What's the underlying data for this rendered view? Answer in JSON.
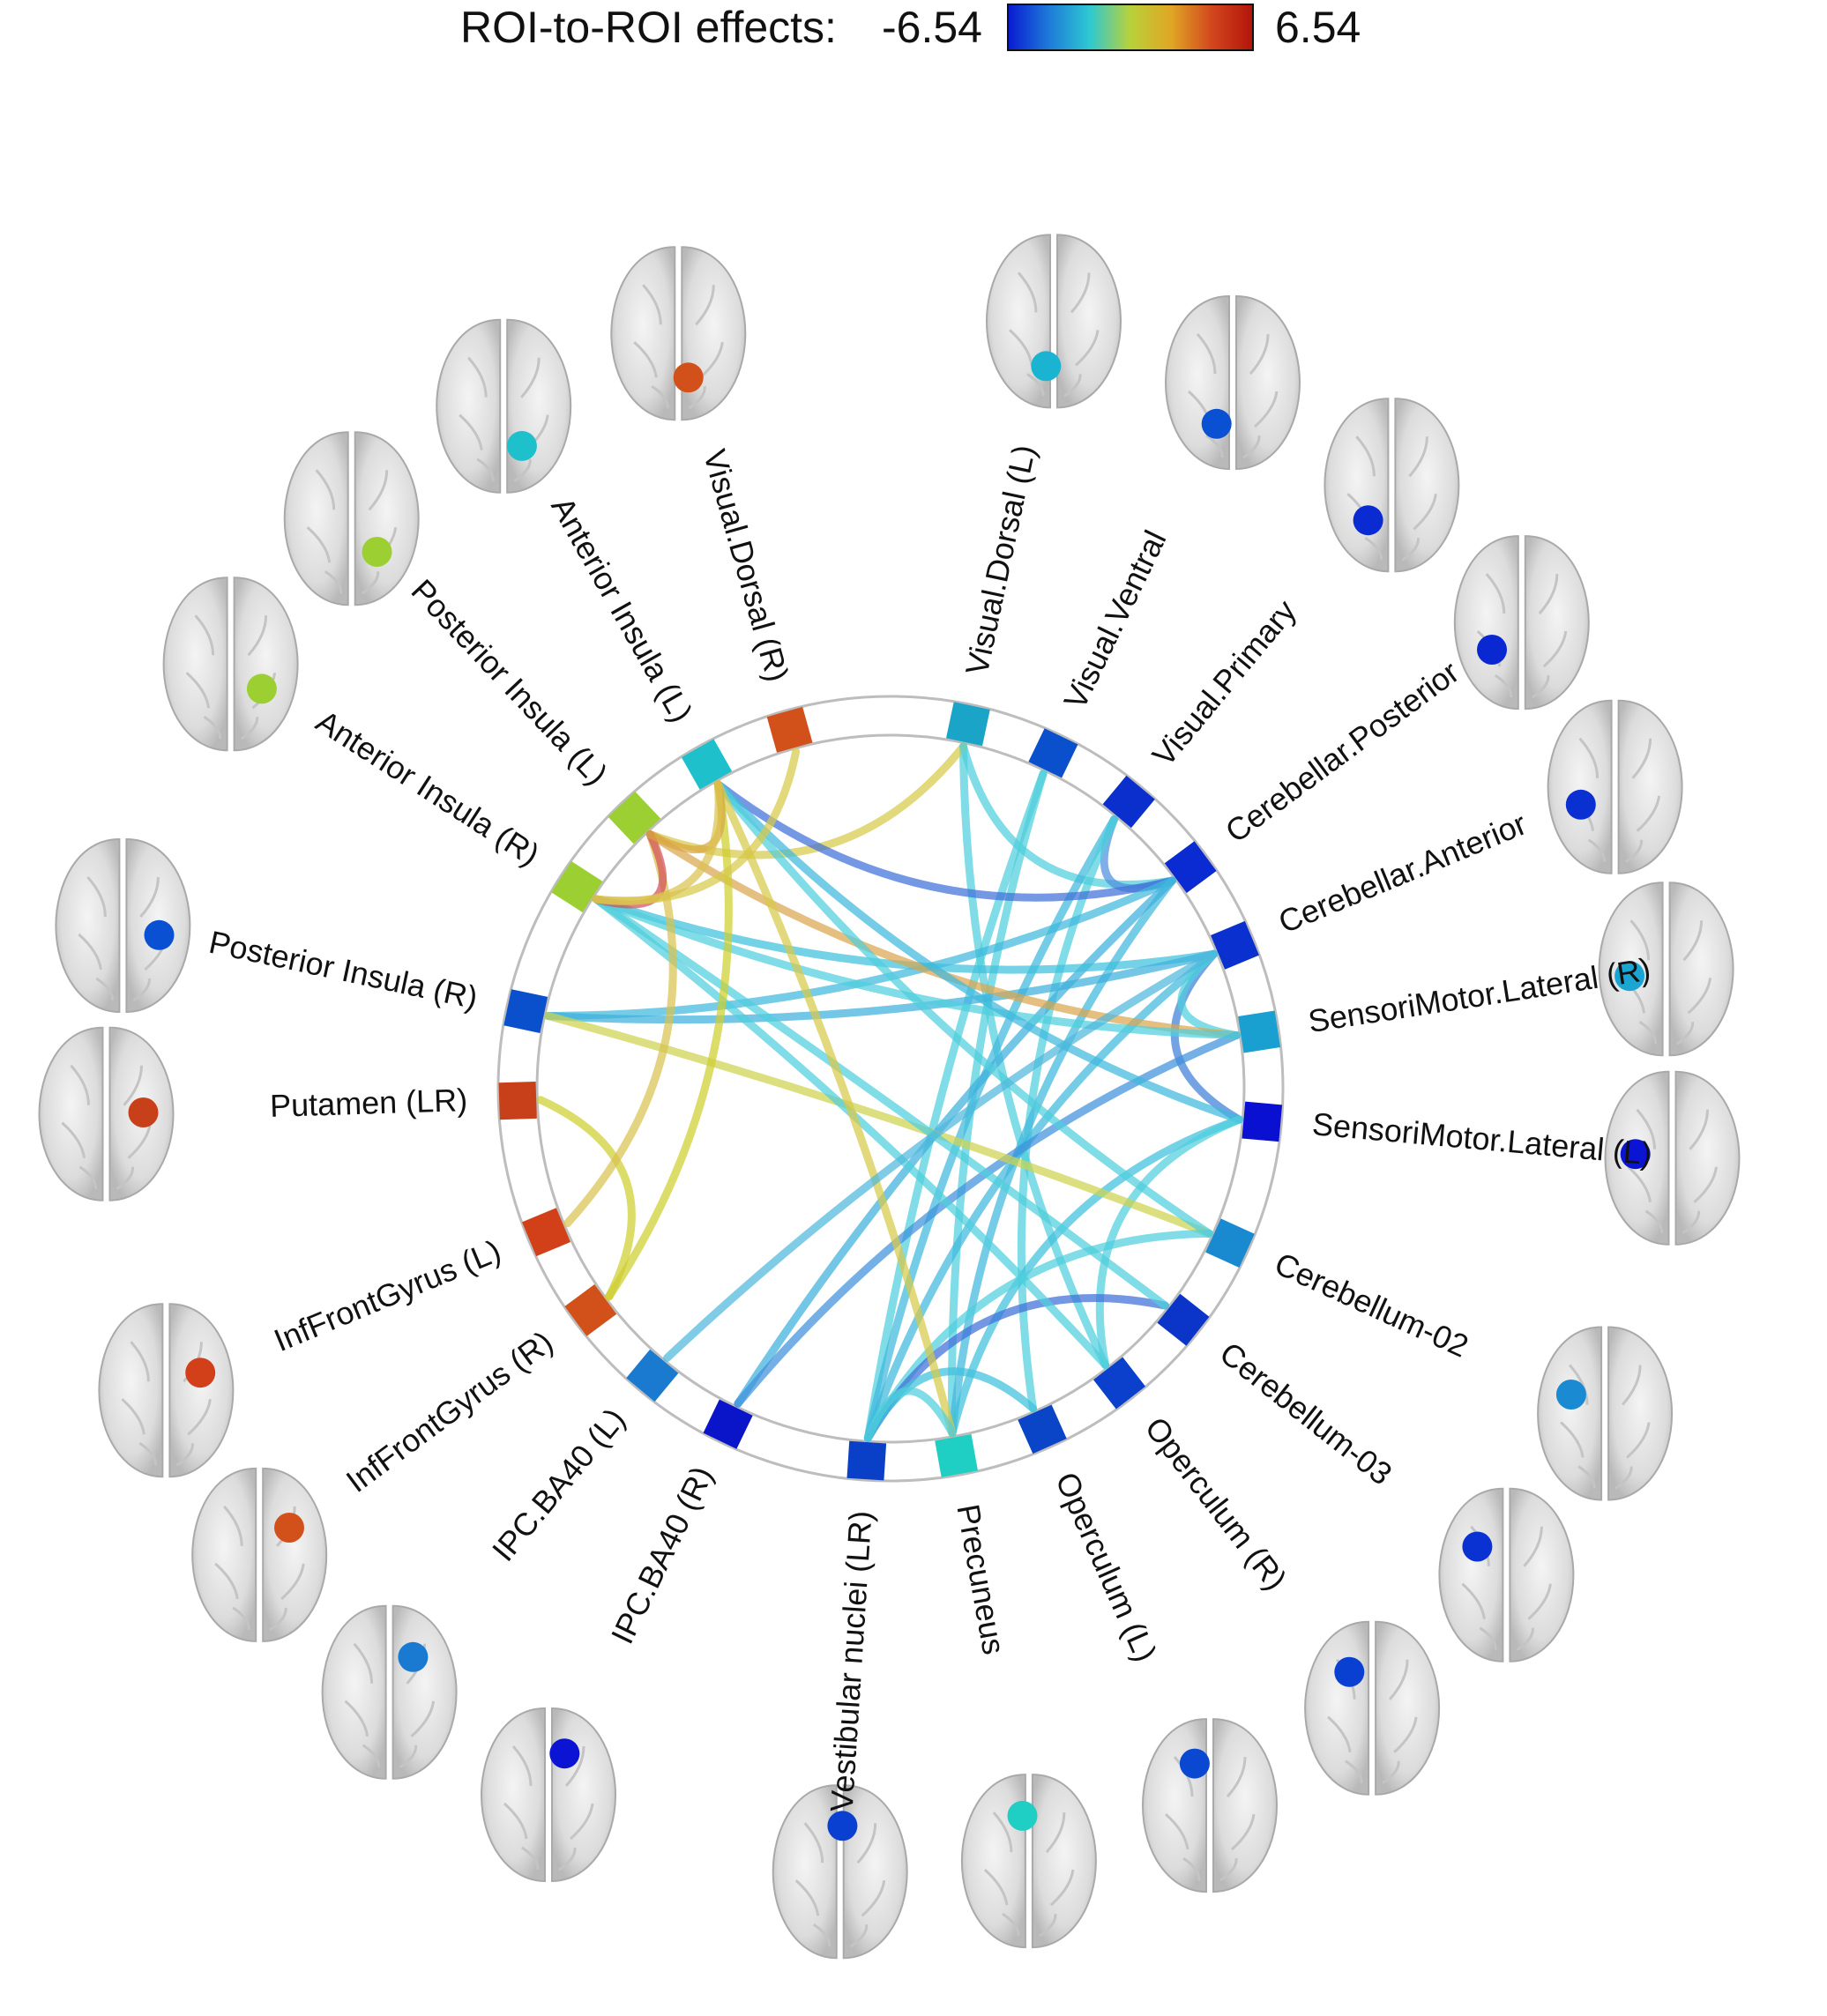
{
  "colorbar": {
    "title": "ROI-to-ROI effects:",
    "min_label": "-6.54",
    "max_label": "6.54",
    "min": -6.54,
    "max": 6.54,
    "stops": [
      "#0a1ad2",
      "#1d7ad8",
      "#2ec8d2",
      "#b9d13a",
      "#e0a624",
      "#d2461e",
      "#b2140a"
    ]
  },
  "rois": [
    {
      "name": "Visual.Dorsal (L)",
      "color": "#1aa5c8"
    },
    {
      "name": "Visual.Ventral",
      "color": "#0a4fcc"
    },
    {
      "name": "Visual.Primary",
      "color": "#0a2fcc"
    },
    {
      "name": "Cerebellar.Posterior",
      "color": "#0a2ad2"
    },
    {
      "name": "Cerebellar.Anterior",
      "color": "#0a30d0"
    },
    {
      "name": "SensoriMotor.Lateral (R)",
      "color": "#1aa0d0"
    },
    {
      "name": "SensoriMotor.Lateral (L)",
      "color": "#0a10d2"
    },
    {
      "name": "Cerebellum-02",
      "color": "#1a8ad0"
    },
    {
      "name": "Cerebellum-03",
      "color": "#0a35c8"
    },
    {
      "name": "Operculum (R)",
      "color": "#0a40cc"
    },
    {
      "name": "Operculum (L)",
      "color": "#0a45c8"
    },
    {
      "name": "Precuneus",
      "color": "#20cfc3"
    },
    {
      "name": "Vestibular nuclei (LR)",
      "color": "#0a40c8"
    },
    {
      "name": "IPC.BA40 (R)",
      "color": "#0a14c8"
    },
    {
      "name": "IPC.BA40 (L)",
      "color": "#1a7ad0"
    },
    {
      "name": "InfFrontGyrus (R)",
      "color": "#d2501a"
    },
    {
      "name": "InfFrontGyrus (L)",
      "color": "#d2401a"
    },
    {
      "name": "Putamen (LR)",
      "color": "#c8401a"
    },
    {
      "name": "Posterior Insula (R)",
      "color": "#0a50cc"
    },
    {
      "name": "Anterior Insula (R)",
      "color": "#9ccf32"
    },
    {
      "name": "Posterior Insula (L)",
      "color": "#9ccf32"
    },
    {
      "name": "Anterior Insula (L)",
      "color": "#1ec0cc"
    },
    {
      "name": "Visual.Dorsal (R)",
      "color": "#d2501a"
    }
  ],
  "connections": [
    {
      "from": "Visual.Dorsal (L)",
      "to": "Operculum (R)",
      "color": "#4fcfdc"
    },
    {
      "from": "Visual.Dorsal (L)",
      "to": "Posterior Insula (L)",
      "color": "#d7c94a"
    },
    {
      "from": "Visual.Dorsal (L)",
      "to": "Cerebellar.Posterior",
      "color": "#4fcfdc"
    },
    {
      "from": "Visual.Ventral",
      "to": "Precuneus",
      "color": "#4fcfdc"
    },
    {
      "from": "Visual.Ventral",
      "to": "Vestibular nuclei (LR)",
      "color": "#4fcfdc"
    },
    {
      "from": "Visual.Primary",
      "to": "Cerebellar.Posterior",
      "color": "#4f8fdc"
    },
    {
      "from": "Visual.Primary",
      "to": "Vestibular nuclei (LR)",
      "color": "#3fb8dc"
    },
    {
      "from": "Visual.Primary",
      "to": "Operculum (L)",
      "color": "#4fcfdc"
    },
    {
      "from": "Cerebellar.Posterior",
      "to": "Anterior Insula (L)",
      "color": "#3f70d8"
    },
    {
      "from": "Cerebellar.Posterior",
      "to": "Precuneus",
      "color": "#3fb8dc"
    },
    {
      "from": "Cerebellar.Posterior",
      "to": "IPC.BA40 (R)",
      "color": "#3fb0dc"
    },
    {
      "from": "Cerebellar.Posterior",
      "to": "Posterior Insula (R)",
      "color": "#3fb8dc"
    },
    {
      "from": "Cerebellar.Anterior",
      "to": "Anterior Insula (R)",
      "color": "#3fc0dc"
    },
    {
      "from": "Cerebellar.Anterior",
      "to": "SensoriMotor.Lateral (L)",
      "color": "#3f7fd8"
    },
    {
      "from": "Cerebellar.Anterior",
      "to": "Vestibular nuclei (LR)",
      "color": "#3fb8dc"
    },
    {
      "from": "Cerebellar.Anterior",
      "to": "Posterior Insula (R)",
      "color": "#3fb0dc"
    },
    {
      "from": "Cerebellar.Anterior",
      "to": "SensoriMotor.Lateral (R)",
      "color": "#4fcfdc"
    },
    {
      "from": "SensoriMotor.Lateral (R)",
      "to": "Posterior Insula (L)",
      "color": "#d9a64f"
    },
    {
      "from": "SensoriMotor.Lateral (R)",
      "to": "IPC.BA40 (R)",
      "color": "#3f90dc"
    },
    {
      "from": "SensoriMotor.Lateral (R)",
      "to": "Anterior Insula (R)",
      "color": "#4fcfdc"
    },
    {
      "from": "SensoriMotor.Lateral (L)",
      "to": "Precuneus",
      "color": "#3fc0dc"
    },
    {
      "from": "SensoriMotor.Lateral (L)",
      "to": "Anterior Insula (L)",
      "color": "#3fb8dc"
    },
    {
      "from": "SensoriMotor.Lateral (L)",
      "to": "Operculum (R)",
      "color": "#4fcfdc"
    },
    {
      "from": "Cerebellum-02",
      "to": "Posterior Insula (R)",
      "color": "#cfd34f"
    },
    {
      "from": "Cerebellum-02",
      "to": "Vestibular nuclei (LR)",
      "color": "#4fcfdc"
    },
    {
      "from": "Cerebellum-02",
      "to": "Anterior Insula (L)",
      "color": "#4fcfdc"
    },
    {
      "from": "Cerebellum-03",
      "to": "Vestibular nuclei (LR)",
      "color": "#3f6fd8"
    },
    {
      "from": "Cerebellum-03",
      "to": "Anterior Insula (R)",
      "color": "#4fcfdc"
    },
    {
      "from": "Operculum (R)",
      "to": "Anterior Insula (R)",
      "color": "#4fcfdc"
    },
    {
      "from": "Operculum (L)",
      "to": "Vestibular nuclei (LR)",
      "color": "#3fc0dc"
    },
    {
      "from": "Precuneus",
      "to": "Anterior Insula (L)",
      "color": "#d7c94a"
    },
    {
      "from": "Precuneus",
      "to": "Vestibular nuclei (LR)",
      "color": "#4fcfdc"
    },
    {
      "from": "IPC.BA40 (L)",
      "to": "Cerebellar.Anterior",
      "color": "#4fb8dc"
    },
    {
      "from": "InfFrontGyrus (R)",
      "to": "Anterior Insula (L)",
      "color": "#cfcf2f"
    },
    {
      "from": "InfFrontGyrus (R)",
      "to": "Putamen (LR)",
      "color": "#cfcf2f"
    },
    {
      "from": "InfFrontGyrus (L)",
      "to": "Posterior Insula (L)",
      "color": "#d9c24f"
    },
    {
      "from": "Posterior Insula (L)",
      "to": "Anterior Insula (R)",
      "color": "#d2505a"
    },
    {
      "from": "Posterior Insula (L)",
      "to": "Anterior Insula (L)",
      "color": "#d9a640"
    },
    {
      "from": "Anterior Insula (R)",
      "to": "Visual.Dorsal (R)",
      "color": "#d7c94a"
    },
    {
      "from": "Anterior Insula (R)",
      "to": "Anterior Insula (L)",
      "color": "#d9c24f"
    }
  ],
  "brains": [
    {
      "roi": "Visual.Dorsal (L)",
      "dot_color": "#1ab4d2"
    },
    {
      "roi": "Visual.Ventral",
      "dot_color": "#0a50d2"
    },
    {
      "roi": "Visual.Primary",
      "dot_color": "#0a2ad2"
    },
    {
      "roi": "Cerebellar.Posterior",
      "dot_color": "#0a28d2"
    },
    {
      "roi": "Cerebellar.Anterior",
      "dot_color": "#0a30d2"
    },
    {
      "roi": "SensoriMotor.Lateral (R)",
      "dot_color": "#1aa5d2"
    },
    {
      "roi": "SensoriMotor.Lateral (L)",
      "dot_color": "#0a14d2"
    },
    {
      "roi": "Cerebellum-02",
      "dot_color": "#1a8ad2"
    },
    {
      "roi": "Cerebellum-03",
      "dot_color": "#0a32d2"
    },
    {
      "roi": "Operculum (R)",
      "dot_color": "#0a40d2"
    },
    {
      "roi": "Operculum (L)",
      "dot_color": "#0a48d2"
    },
    {
      "roi": "Precuneus",
      "dot_color": "#20cfc3"
    },
    {
      "roi": "Vestibular nuclei (LR)",
      "dot_color": "#0a40d2"
    },
    {
      "roi": "IPC.BA40 (R)",
      "dot_color": "#0a14d2"
    },
    {
      "roi": "IPC.BA40 (L)",
      "dot_color": "#1a7ad2"
    },
    {
      "roi": "InfFrontGyrus (R)",
      "dot_color": "#d2501a"
    },
    {
      "roi": "InfFrontGyrus (L)",
      "dot_color": "#d2401a"
    },
    {
      "roi": "Putamen (LR)",
      "dot_color": "#c8401a"
    },
    {
      "roi": "Posterior Insula (R)",
      "dot_color": "#0a50d2"
    },
    {
      "roi": "Anterior Insula (R)",
      "dot_color": "#9ccf32"
    },
    {
      "roi": "Posterior Insula (L)",
      "dot_color": "#9ccf32"
    },
    {
      "roi": "Anterior Insula (L)",
      "dot_color": "#1ec0cc"
    },
    {
      "roi": "Visual.Dorsal (R)",
      "dot_color": "#d2501a"
    }
  ]
}
